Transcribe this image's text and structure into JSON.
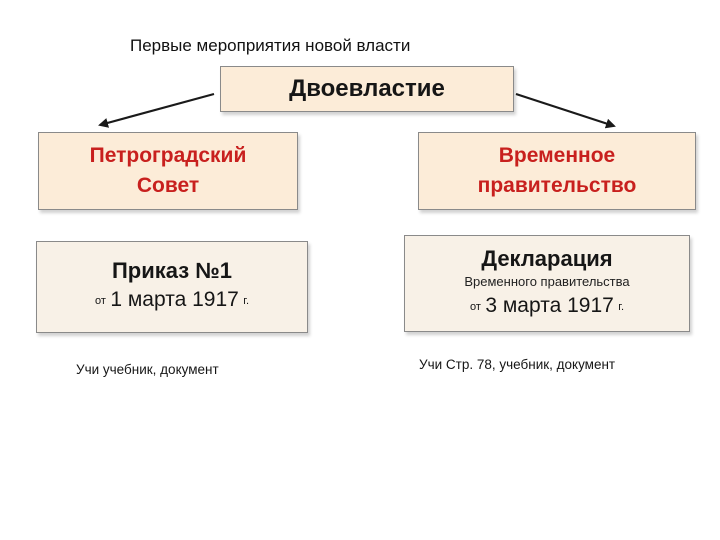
{
  "header": {
    "title": "Первые мероприятия новой власти"
  },
  "center_node": {
    "label": "Двоевластие"
  },
  "left_node": {
    "line1": "Петроградский",
    "line2": "Совет"
  },
  "right_node": {
    "line1": "Временное",
    "line2": "правительство"
  },
  "left_doc": {
    "heading": "Приказ №1",
    "date_prefix": "от",
    "date_main": "1 марта 1917",
    "date_suffix": "г."
  },
  "right_doc": {
    "heading": "Декларация",
    "subheading": "Временного правительства",
    "date_prefix": "от",
    "date_main": "3 марта 1917",
    "date_suffix": "г."
  },
  "notes": {
    "left": "Учи учебник, документ",
    "right": "Учи Стр. 78, учебник, документ"
  },
  "colors": {
    "node_fill": "#fcecd8",
    "doc_fill": "#f8f1e7",
    "accent_text": "#c8201e",
    "border": "#8a8a8a"
  }
}
